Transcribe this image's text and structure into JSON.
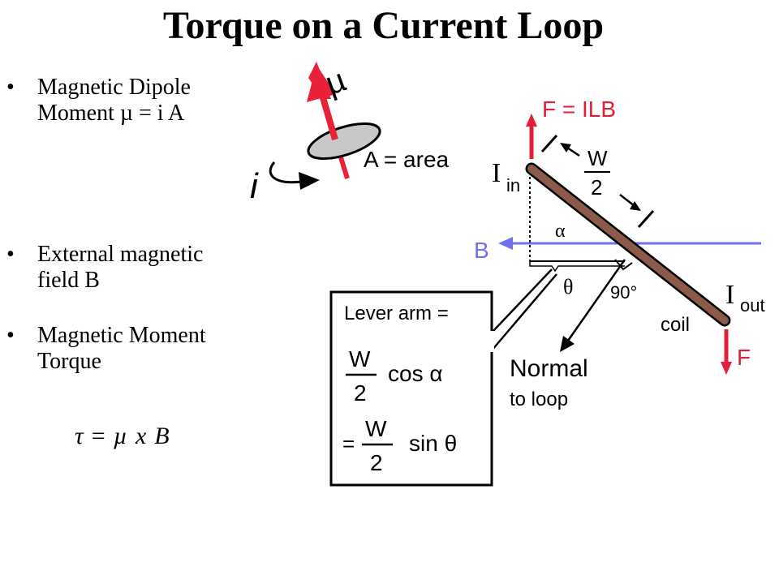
{
  "title": "Torque on a Current Loop",
  "bullets": [
    {
      "marker": "•",
      "line1": "Magnetic Dipole",
      "line2": "Moment µ = i A"
    },
    {
      "marker": "•",
      "line1": "External magnetic",
      "line2": "field B"
    },
    {
      "marker": "•",
      "line1": "Magnetic Moment",
      "line2": "Torque"
    }
  ],
  "formula": {
    "tau": "τ",
    "eq": "=",
    "mu": "µ",
    "op": "x",
    "B": "B"
  },
  "loop_figure": {
    "mu": "µ",
    "current": "i",
    "area": "A = area"
  },
  "diagram": {
    "force_top": "F = ILB",
    "force_bottom": "F",
    "i_in": "I",
    "i_in_sub": "in",
    "i_out": "I",
    "i_out_sub": "out",
    "w_half_num": "W",
    "w_half_den": "2",
    "alpha": "α",
    "theta": "θ",
    "angle_90": "90°",
    "b_label": "B",
    "coil": "coil",
    "normal_line1": "Normal",
    "normal_line2": "to loop",
    "lever_title": "Lever arm =",
    "lever_w": "W",
    "lever_2": "2",
    "lever_cos": "cos α",
    "lever_eq2": "=",
    "lever_sin": "sin θ"
  },
  "colors": {
    "force": "#e0203a",
    "field": "#7070f0",
    "coil": "#8b5a4a",
    "arrow_red": "#e8203a",
    "loop_fill": "#c8c8c8"
  }
}
